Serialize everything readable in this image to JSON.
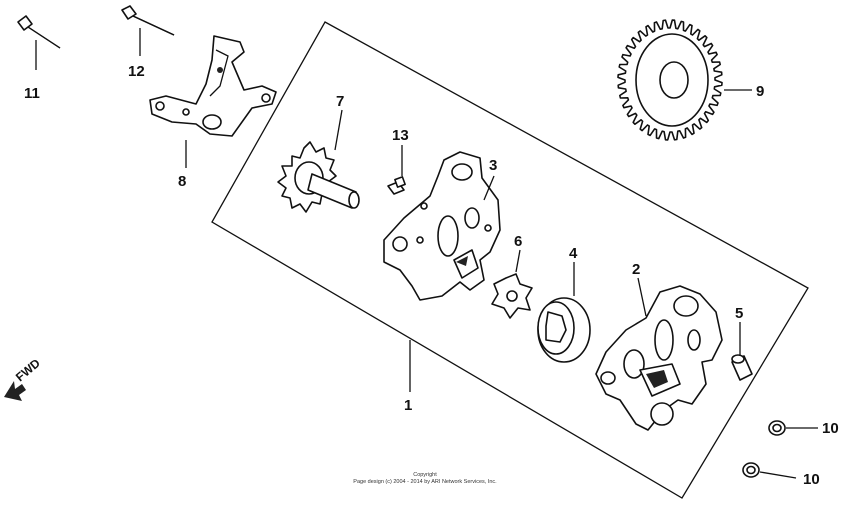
{
  "callouts": {
    "c1": "1",
    "c2": "2",
    "c3": "3",
    "c4": "4",
    "c5": "5",
    "c6": "6",
    "c7": "7",
    "c8": "8",
    "c9": "9",
    "c10a": "10",
    "c10b": "10",
    "c11": "11",
    "c12": "12",
    "c13": "13"
  },
  "fwd_label": "FWD",
  "copyright": {
    "line1": "Copyright",
    "line2": "Page design (c) 2004 - 2014 by ARI Network Services, Inc."
  }
}
